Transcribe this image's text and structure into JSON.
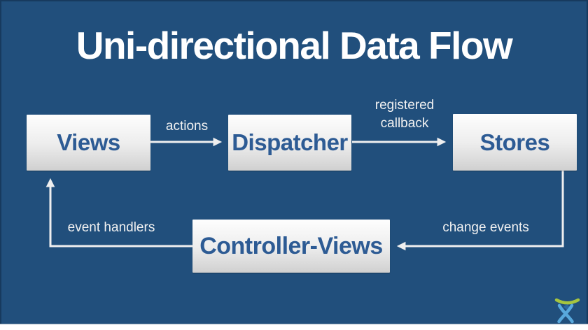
{
  "slide": {
    "title": "Uni-directional Data Flow"
  },
  "diagram": {
    "nodes": [
      {
        "id": "views",
        "label": "Views"
      },
      {
        "id": "dispatcher",
        "label": "Dispatcher"
      },
      {
        "id": "stores",
        "label": "Stores"
      },
      {
        "id": "controller_views",
        "label": "Controller-Views"
      }
    ],
    "edges": [
      {
        "from": "views",
        "to": "dispatcher",
        "label": "actions"
      },
      {
        "from": "dispatcher",
        "to": "stores",
        "label": "registered callback"
      },
      {
        "from": "stores",
        "to": "controller_views",
        "label": "change events"
      },
      {
        "from": "controller_views",
        "to": "views",
        "label": "event handlers"
      }
    ]
  },
  "branding": {
    "logo": "atlassian-logo"
  },
  "colors": {
    "background": "#214f7c",
    "title_text": "#ffffff",
    "node_text": "#2d5b94",
    "node_fill_top": "#fefefe",
    "node_fill_bottom": "#d0d0d0",
    "edge_text": "#f2f2f2",
    "arrow": "#efefef",
    "logo_arc": "#a6c53f",
    "logo_figure": "#58a8dc",
    "logo_head": "#2b68a2",
    "footer_strip": "#ffffff"
  }
}
